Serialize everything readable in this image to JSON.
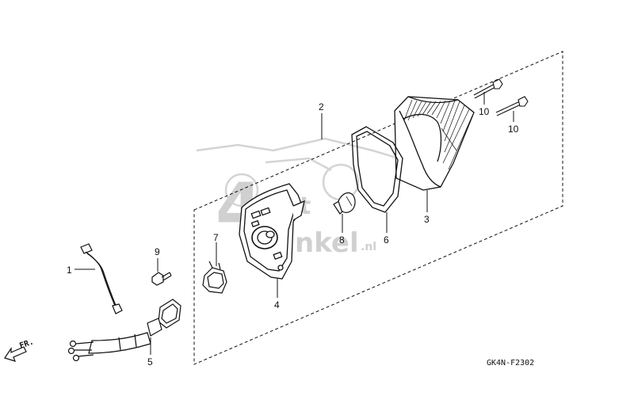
{
  "diagram": {
    "callouts": {
      "p1": "1",
      "p2": "2",
      "p3": "3",
      "p4": "4",
      "p5": "5",
      "p6": "6",
      "p7": "7",
      "p8": "8",
      "p9": "9",
      "p10a": "10",
      "p10b": "10"
    },
    "direction_label": "FR.",
    "code": "GK4N-F2302",
    "watermark": {
      "number": "4",
      "text_top": "t",
      "text_bottom": "nkel",
      "suffix": ".nl"
    }
  },
  "colors": {
    "line": "#111111",
    "watermark": "#c8c8c8",
    "background": "#ffffff"
  },
  "icons": {
    "direction_arrow": "arrow-left-down-icon"
  }
}
